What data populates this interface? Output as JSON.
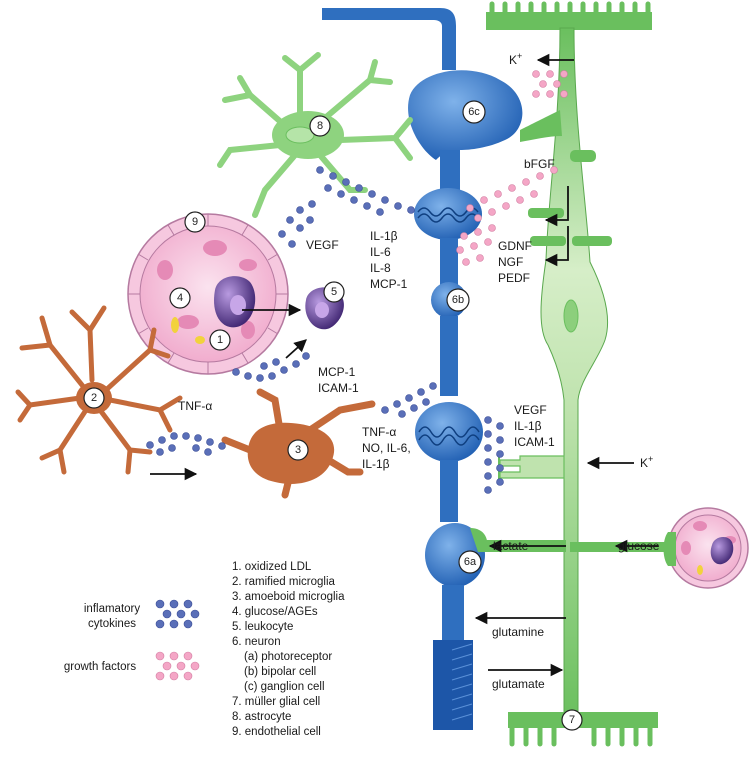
{
  "labels": {
    "k_plus_top": "K",
    "k_plus_top_sup": "+",
    "k_plus_right": "K",
    "k_plus_right_sup": "+",
    "bfgf": "bFGF",
    "gdnf": "GDNF",
    "ngf": "NGF",
    "pedf": "PEDF",
    "vegf_endo": "VEGF",
    "il1b": "IL-1β",
    "il6": "IL-6",
    "il8": "IL-8",
    "mcp1_top": "MCP-1",
    "mcp1_mid": "MCP-1",
    "icam1_mid": "ICAM-1",
    "tnfa_left": "TNF-α",
    "tnfa_mid": "TNF-α",
    "no_il6": "NO, IL-6,",
    "il1b_mid": "IL-1β",
    "vegf_right": "VEGF",
    "il1b_right": "IL-1β",
    "icam1_right": "ICAM-1",
    "lactate": "lactate",
    "glucose": "glucose",
    "glutamine": "glutamine",
    "glutamate": "glutamate"
  },
  "markers": {
    "m1": "1",
    "m2": "2",
    "m3": "3",
    "m4": "4",
    "m5": "5",
    "m6a": "6a",
    "m6b": "6b",
    "m6c": "6c",
    "m7": "7",
    "m8": "8",
    "m9": "9"
  },
  "legend": {
    "items": [
      "1. oxidized LDL",
      "2. ramified microglia",
      "3. amoeboid microglia",
      "4. glucose/AGEs",
      "5. leukocyte",
      "6. neuron",
      "(a) photoreceptor",
      "(b) bipolar cell",
      "(c) ganglion cell",
      "7. müller glial cell",
      "8. astrocyte",
      "9. endothelial cell"
    ],
    "key_inflammatory_line1": "inflamatory",
    "key_inflammatory_line2": "cytokines",
    "key_growth": "growth factors"
  },
  "colors": {
    "neuron_blue": "#2f6fbf",
    "neuron_dark": "#1d56a8",
    "muller_green": "#6abf5e",
    "muller_light": "#c8e7b6",
    "astro_green": "#8ed37f",
    "microglia_brown": "#c46a3a",
    "endothelial_pink": "#f0b7d4",
    "leukocyte_purple": "#5a3a8c",
    "cytokine_blue": "#5a6fb8",
    "growth_pink": "#f4a6c6"
  }
}
